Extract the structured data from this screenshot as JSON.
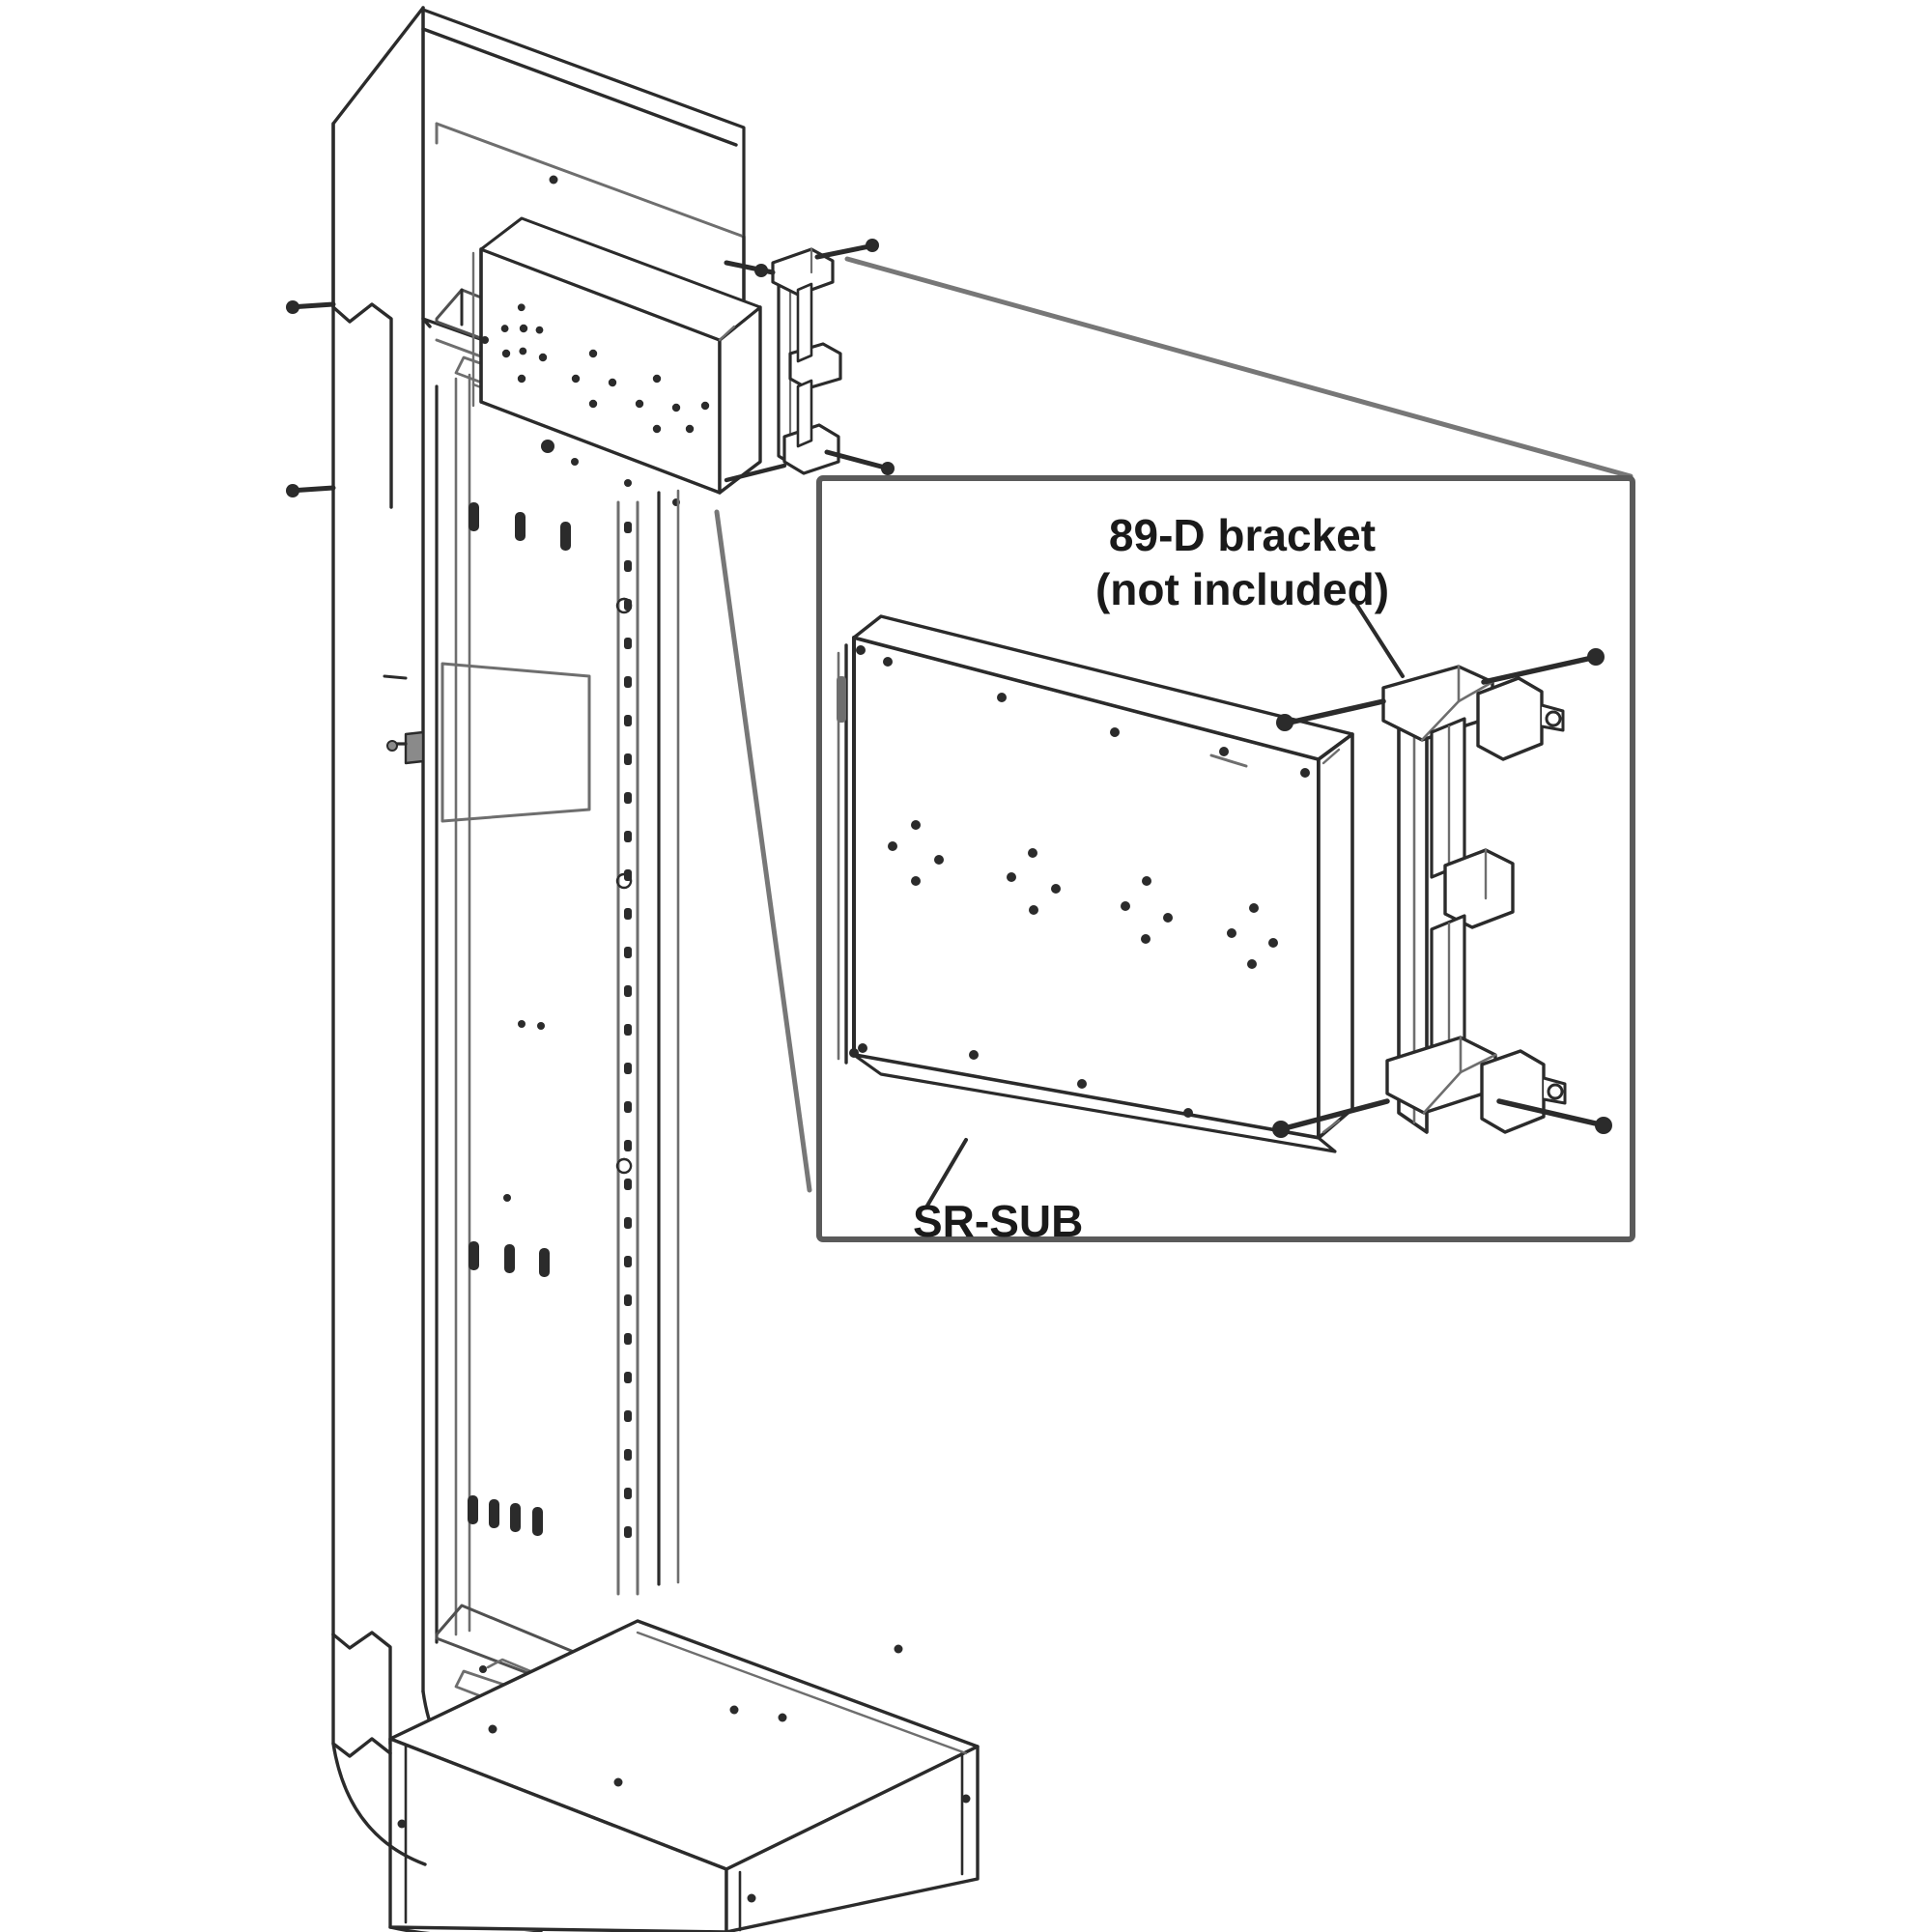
{
  "diagram": {
    "title": "SR-SUB subwoofer rack mounting diagram",
    "type": "technical-line-drawing",
    "background_color": "#ffffff",
    "line_color": "#2b2b2b",
    "line_color_light": "#6e6e6e"
  },
  "main_view": {
    "name": "rack-assembly-isometric",
    "description": "Tall open equipment rack shown in isometric projection with rack rails, punched side panel, top cap, bottom riser base box and a subwoofer panel mounted on the upper right side."
  },
  "detail_box": {
    "name": "detail-callout-box",
    "border_color": "#555555",
    "labels": {
      "bracket_line1": "89-D bracket",
      "bracket_line2": "(not included)",
      "subwoofer": "SR-SUB"
    }
  },
  "callouts": [
    {
      "id": "bracket-callout",
      "text": "89-D bracket (not included)",
      "target": "89-d-bracket"
    },
    {
      "id": "subwoofer-callout",
      "text": "SR-SUB",
      "target": "sr-sub-panel"
    }
  ],
  "leader_lines": [
    {
      "from": "main-view-bracket-top",
      "to": "detail-box-top-right"
    },
    {
      "from": "main-view-subwoofer-bottom",
      "to": "detail-box-bottom-left"
    }
  ],
  "parts": [
    {
      "name": "equipment-rack",
      "qty": 1
    },
    {
      "name": "rack-rail-punched",
      "qty": 2
    },
    {
      "name": "89-d-bracket",
      "qty": 1,
      "included": false
    },
    {
      "name": "sr-sub-panel",
      "qty": 1,
      "included": true
    },
    {
      "name": "riser-base",
      "qty": 1
    }
  ]
}
